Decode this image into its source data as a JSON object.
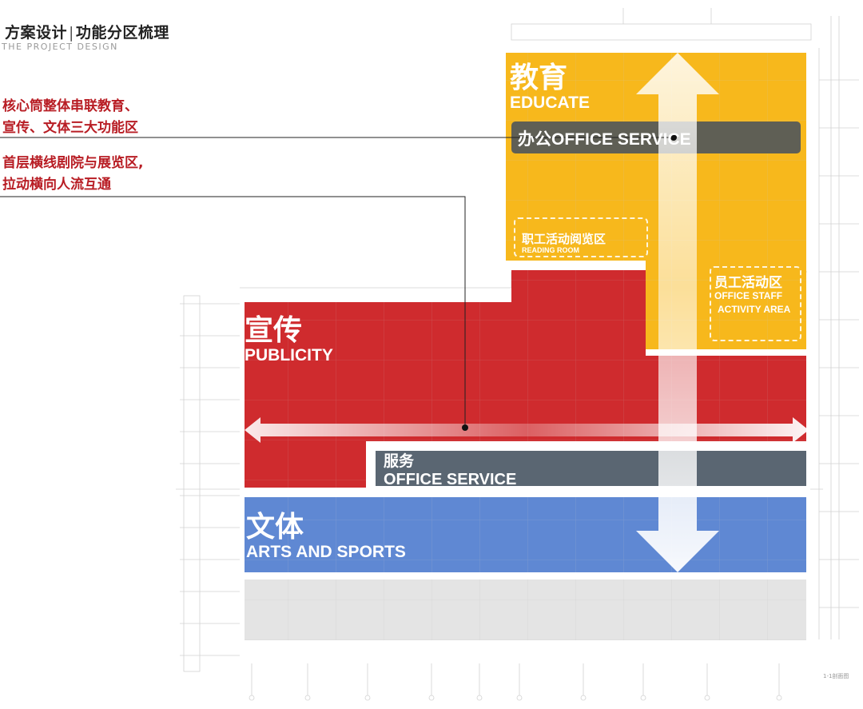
{
  "header": {
    "title_left": "方案设计",
    "title_divider": "|",
    "title_right": "功能分区梳理",
    "subtitle": "THE PROJECT DESIGN"
  },
  "notes": {
    "note1_line1": "核心筒整体串联教育、",
    "note1_line2": "宣传、文体三大功能区",
    "note2_line1": "首层横线剧院与展览区,",
    "note2_line2": "拉动横向人流互通"
  },
  "zones": {
    "educate": {
      "cn": "教育",
      "en": "EDUCATE",
      "color": "#f7b81c"
    },
    "office_service_top": {
      "text": "办公OFFICE SERVICE",
      "color": "#5f5f55"
    },
    "reading_room": {
      "cn": "职工活动阅览区",
      "en": "READING ROOM"
    },
    "staff_activity": {
      "cn": "员工活动区",
      "en_line1": "OFFICE STAFF",
      "en_line2": "ACTIVITY AREA"
    },
    "publicity": {
      "cn": "宣传",
      "en": "PUBLICITY",
      "color": "#cf2b2e"
    },
    "service": {
      "cn": "服务",
      "en": "OFFICE SERVICE",
      "color": "#5a6672"
    },
    "arts_sports": {
      "cn": "文体",
      "en": "ARTS AND SPORTS",
      "color": "#5f88d3"
    }
  },
  "drawing": {
    "section_label": "1-1剖面图"
  }
}
